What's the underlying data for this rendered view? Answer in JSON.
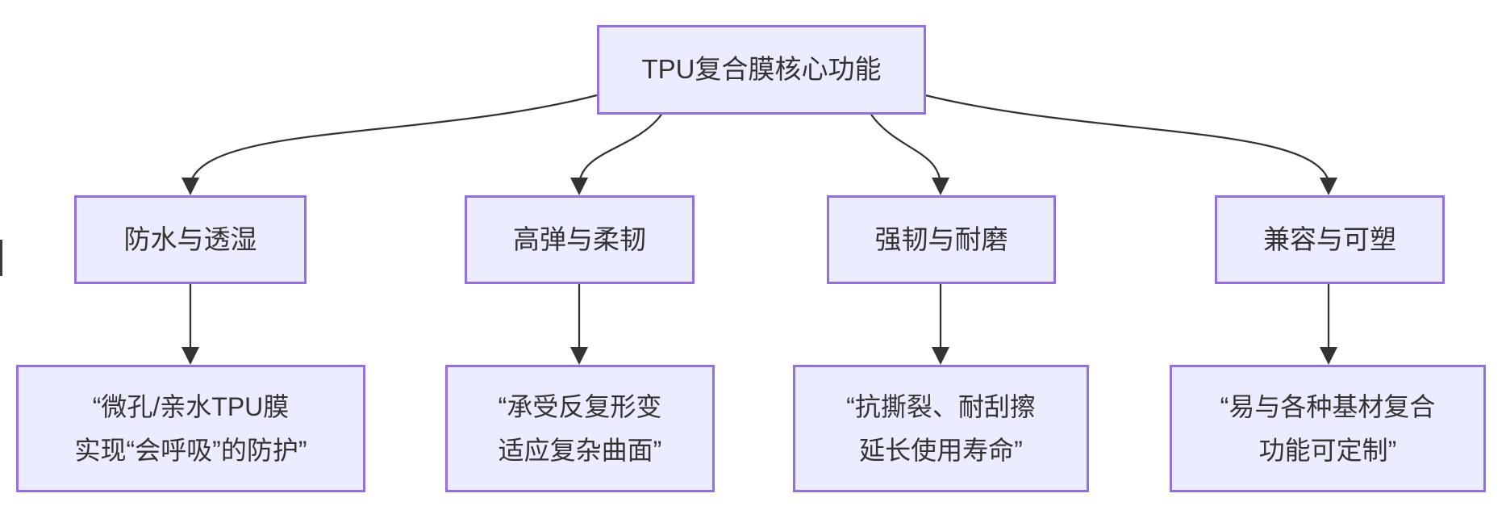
{
  "colors": {
    "background": "#FFFFFF",
    "node_fill": "#ECECFF",
    "node_border": "#9370DB",
    "edge": "#333333",
    "text": "#333333"
  },
  "flowchart": {
    "root": {
      "label": "TPU复合膜核心功能"
    },
    "branches": [
      {
        "label": "防水与透湿",
        "detail": {
          "line1": "“微孔/亲水TPU膜",
          "line2": "实现“会呼吸”的防护”"
        }
      },
      {
        "label": "高弹与柔韧",
        "detail": {
          "line1": "“承受反复形变",
          "line2": "适应复杂曲面”"
        }
      },
      {
        "label": "强韧与耐磨",
        "detail": {
          "line1": "“抗撕裂、耐刮擦",
          "line2": "延长使用寿命”"
        }
      },
      {
        "label": "兼容与可塑",
        "detail": {
          "line1": "“易与各种基材复合",
          "line2": "功能可定制”"
        }
      }
    ]
  }
}
